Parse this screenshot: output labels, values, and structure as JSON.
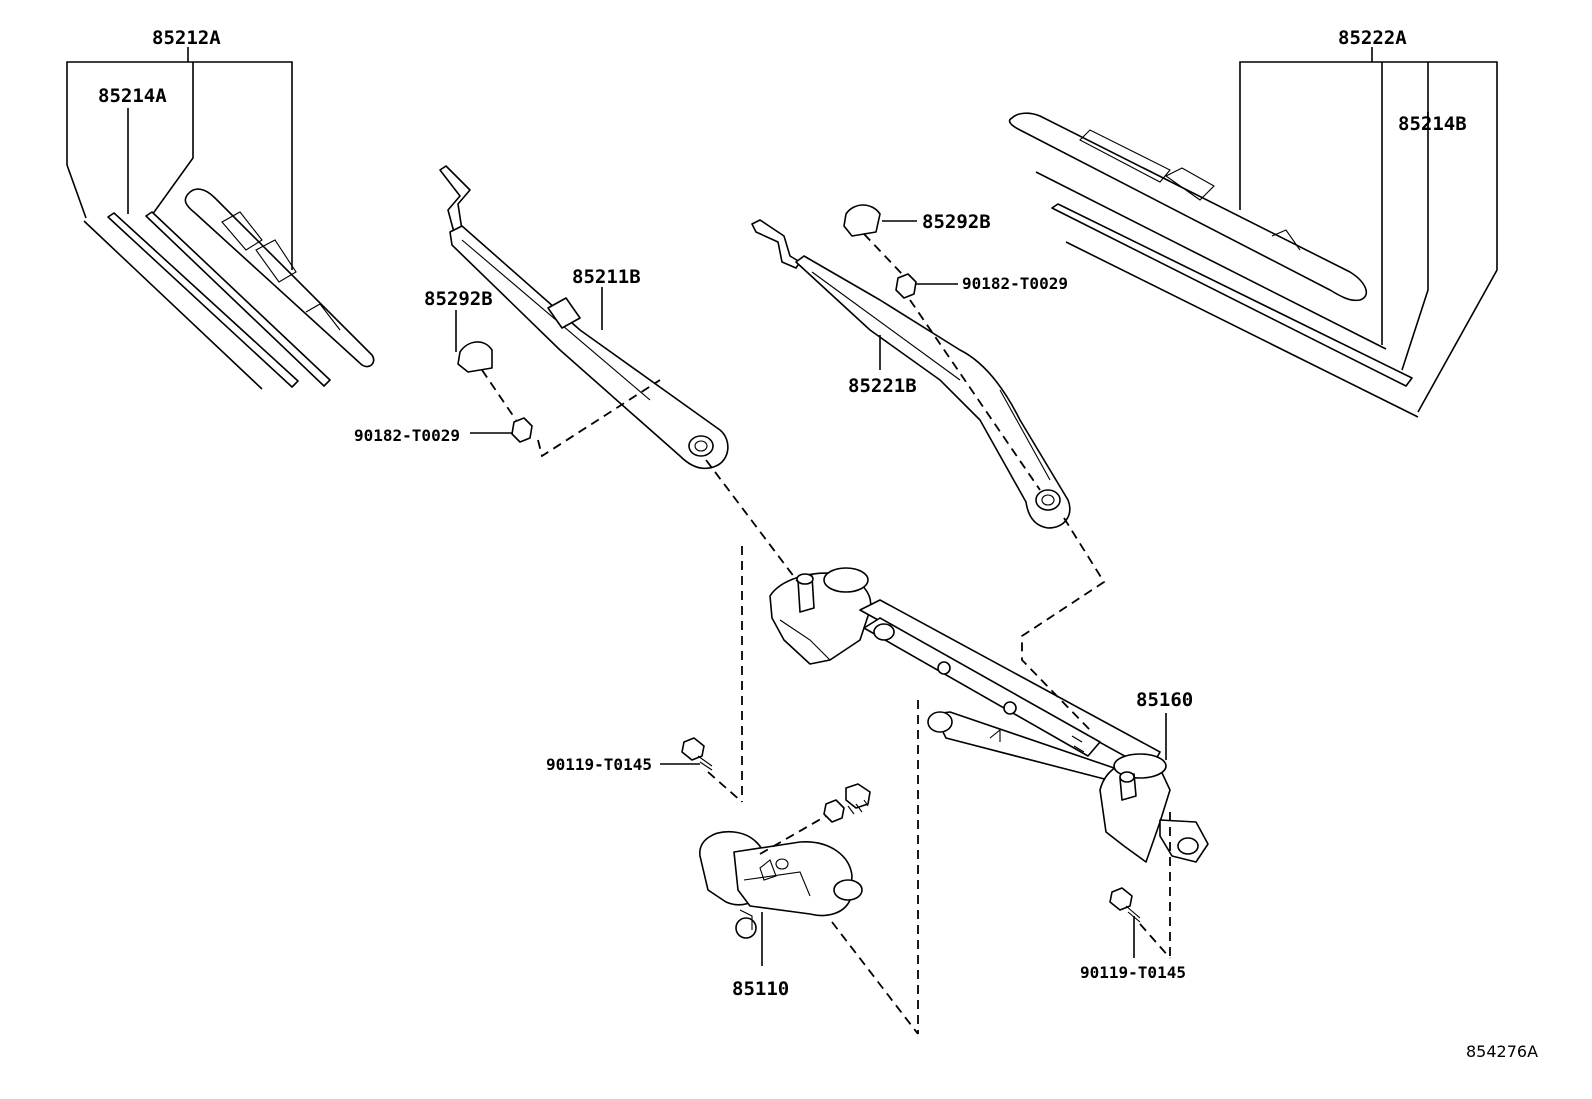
{
  "diagram": {
    "ref_code": "854276A",
    "parts": {
      "p85212A": "85212A",
      "p85214A": "85214A",
      "p85211B": "85211B",
      "p85292B_left": "85292B",
      "p90182_left": "90182-T0029",
      "p85292B_right": "85292B",
      "p90182_right": "90182-T0029",
      "p85221B": "85221B",
      "p85222A": "85222A",
      "p85214B": "85214B",
      "p85160": "85160",
      "p90119_left": "90119-T0145",
      "p90119_right": "90119-T0145",
      "p85110": "85110"
    }
  }
}
